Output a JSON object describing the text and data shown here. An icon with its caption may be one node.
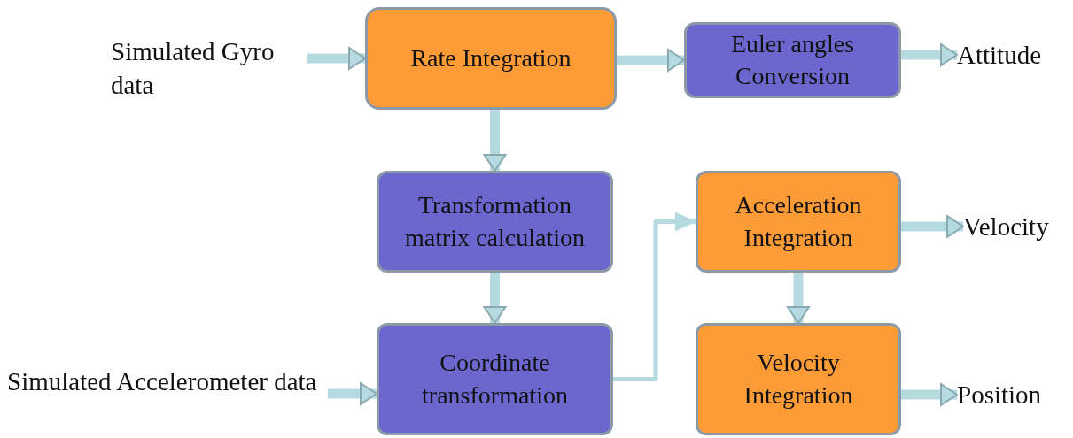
{
  "diagram": {
    "nodes": [
      {
        "text": [
          "Simulated Gyro data"
        ]
      },
      {
        "text": [
          "Rate Integration"
        ]
      },
      {
        "text": [
          "Euler angles Conversion"
        ]
      },
      {
        "text": [
          "Attitude"
        ]
      },
      {
        "text": [
          "Transformation matrix calculation"
        ]
      },
      {
        "text": [
          "Acceleration Integration"
        ]
      },
      {
        "text": [
          "Velocity"
        ]
      },
      {
        "text": [
          "Simulated Accelerometer data"
        ]
      },
      {
        "text": [
          "Coordinate transformation"
        ]
      },
      {
        "text": [
          "Velocity Integration"
        ]
      },
      {
        "text": [
          "Position"
        ]
      }
    ],
    "edges": [
      {
        "from": 0,
        "to": 1,
        "arrow": "to"
      },
      {
        "from": 1,
        "to": 2,
        "arrow": "to"
      },
      {
        "from": 2,
        "to": 3,
        "arrow": "to"
      },
      {
        "from": 1,
        "to": 4,
        "arrow": "to"
      },
      {
        "from": 4,
        "to": 8,
        "arrow": "to"
      },
      {
        "from": 8,
        "to": 5,
        "arrow": "to"
      },
      {
        "from": 5,
        "to": 6,
        "arrow": "to"
      },
      {
        "from": 5,
        "to": 9,
        "arrow": "to"
      },
      {
        "from": 7,
        "to": 8,
        "arrow": "to"
      },
      {
        "from": 9,
        "to": 10,
        "arrow": "to"
      }
    ]
  }
}
